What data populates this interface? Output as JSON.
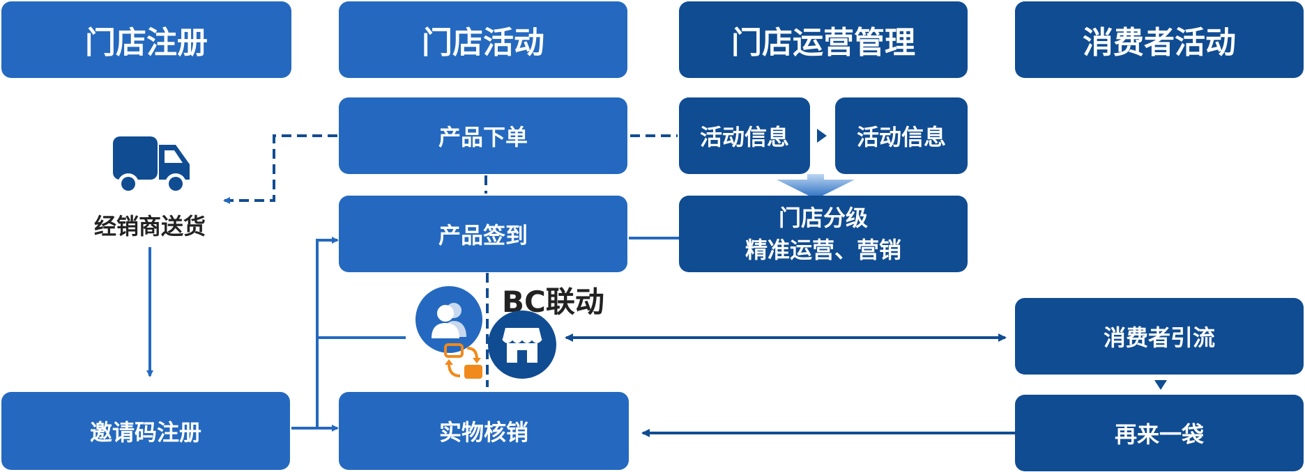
{
  "headers": {
    "store_register": "门店注册",
    "store_activity": "门店活动",
    "store_operation": "门店运营管理",
    "consumer_activity": "消费者活动"
  },
  "nodes": {
    "product_order": "产品下单",
    "product_signin": "产品签到",
    "physical_writeoff": "实物核销",
    "invite_register": "邀请码注册",
    "activity_info_1": "活动信息",
    "activity_info_2": "活动信息",
    "store_grading_line1": "门店分级",
    "store_grading_line2": "精准运营、营销",
    "consumer_drainage": "消费者引流",
    "buy_again": "再来一袋"
  },
  "labels": {
    "dealer_delivery": "经销商送货",
    "bc_linkage": "BC联动"
  },
  "colors": {
    "light_blue": "#2469bf",
    "dark_blue": "#104c92",
    "orange": "#f08a1c"
  },
  "icons": [
    "truck-icon",
    "users-icon",
    "swap-icon",
    "store-icon"
  ]
}
